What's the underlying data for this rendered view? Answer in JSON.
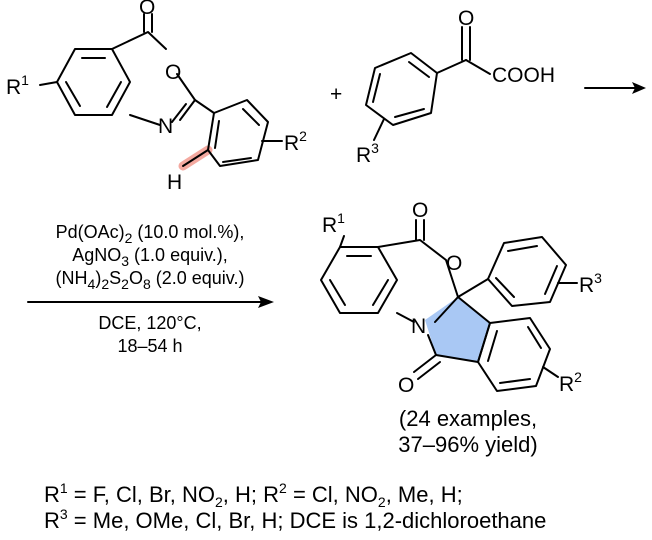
{
  "colors": {
    "highlight_bond": "#f4a9a0",
    "highlight_ring": "#a9c8f4",
    "ink": "#000000"
  },
  "reactant1": {
    "carbonyl_o": "O",
    "ring_o": "O",
    "ring_n": "N",
    "r1": "R",
    "r1_sup": "1",
    "r2": "R",
    "r2_sup": "2",
    "h": "H"
  },
  "plus": "+",
  "reactant2": {
    "keto_o": "O",
    "acid": "COOH",
    "r3": "R",
    "r3_sup": "3"
  },
  "product": {
    "r1": "R",
    "r1_sup": "1",
    "lactone_o": "O",
    "ring_o": "O",
    "n": "N",
    "imide_o": "O",
    "r2": "R",
    "r2_sup": "2",
    "r3": "R",
    "r3_sup": "3"
  },
  "conditions": {
    "cat_pre": "Pd(OAc)",
    "cat_sub": "2",
    "cat_post": " (10.0 mol.%),",
    "ox1": "AgNO",
    "ox1_sub": "3",
    "ox1_post": " (1.0 equiv.),",
    "ox2_a": "(NH",
    "ox2_s1": "4",
    "ox2_b": ")",
    "ox2_s2": "2",
    "ox2_c": "S",
    "ox2_s3": "2",
    "ox2_d": "O",
    "ox2_s4": "8",
    "ox2_post": " (2.0 equiv.)",
    "solvent": "DCE, 120°C,",
    "time": "18–54 h"
  },
  "result": {
    "examples": "(24 examples,",
    "yield": "37–96% yield)"
  },
  "footnote": {
    "r1_pre": "R",
    "r1_sup": "1",
    "r1_text": " =  F, Cl, Br, NO",
    "r1_sub": "2",
    "r1_text2": ", H; R",
    "r2_sup": "2",
    "r2_text": " = Cl, NO",
    "r2_sub": "2",
    "r2_text2": ", Me, H;",
    "r3_pre": "R",
    "r3_sup": "3",
    "r3_text": " = Me, OMe, Cl, Br, H; DCE is 1,2-dichloroethane"
  }
}
